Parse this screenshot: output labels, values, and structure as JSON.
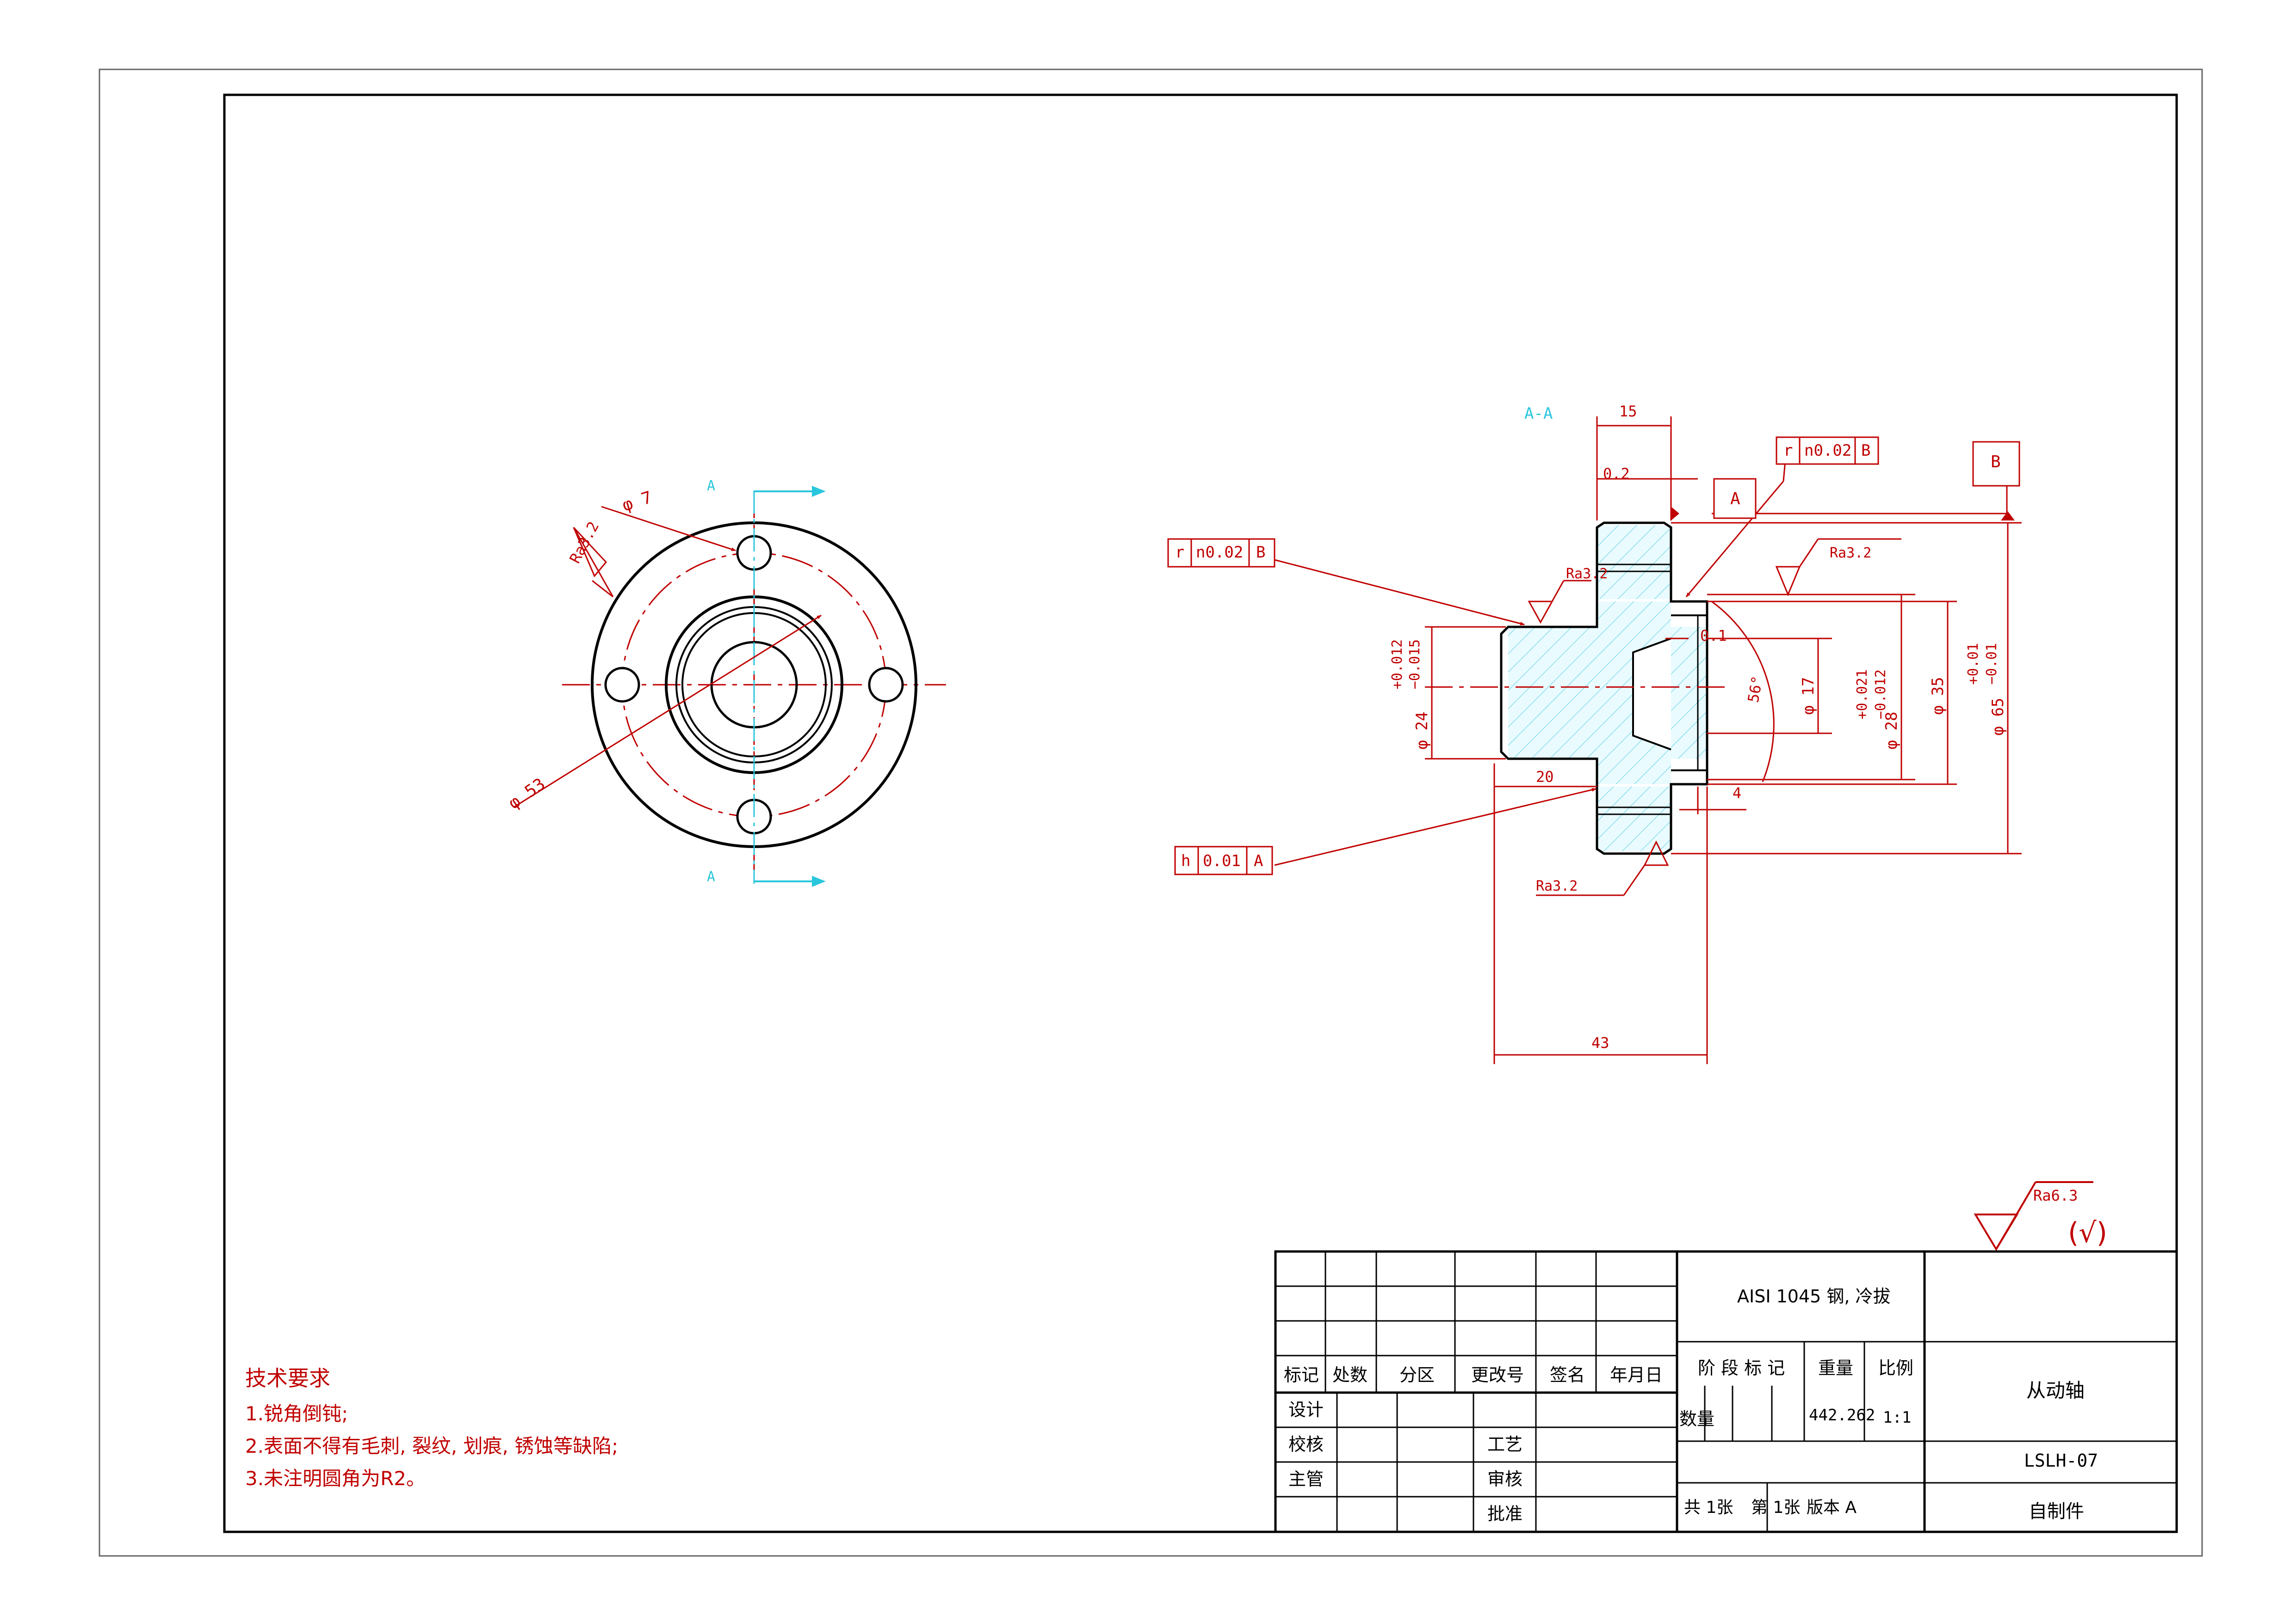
{
  "views": {
    "front": {
      "section_mark_top": "A",
      "section_mark_bottom": "A",
      "dim_hole": "φ 7",
      "dim_pcd": "φ 53",
      "roughness": "Ra3.2"
    },
    "section": {
      "title": "A-A",
      "dim_15": "15",
      "dim_02": "0.2",
      "dim_20": "20",
      "dim_43": "43",
      "dim_4": "4",
      "dim_01": "0.1",
      "angle": "56°",
      "phi24": "φ 24",
      "phi24_tol_up": "+0.012",
      "phi24_tol_dn": "−0.015",
      "phi17": "φ 17",
      "phi28": "φ 28",
      "phi28_tol_up": "+0.021",
      "phi28_tol_dn": "−0.012",
      "phi35": "φ 35",
      "phi65": "φ 65",
      "phi65_tol_up": "+0.01",
      "phi65_tol_dn": "−0.01",
      "ra_left": "Ra3.2",
      "ra_right": "Ra3.2",
      "ra_bottom": "Ra3.2",
      "fcf_top": {
        "sym": "r",
        "tol": "n0.02",
        "datum": "B"
      },
      "fcf_left": {
        "sym": "r",
        "tol": "n0.02",
        "datum": "B"
      },
      "fcf_bottom": {
        "sym": "h",
        "tol": "0.01",
        "datum": "A"
      },
      "datum_a": "A",
      "datum_b": "B"
    }
  },
  "general_roughness": {
    "value": "Ra6.3",
    "mark": "(√)"
  },
  "tech_requirements": {
    "title": "技术要求",
    "items": [
      "1.锐角倒钝;",
      "2.表面不得有毛刺, 裂纹, 划痕, 锈蚀等缺陷;",
      "3.未注明圆角为R2。"
    ]
  },
  "title_block": {
    "material": "AISI 1045 钢, 冷拔",
    "part_name": "从动轴",
    "drawing_no": "LSLH-07",
    "source": "自制件",
    "hdr_mark": "标记",
    "hdr_count": "处数",
    "hdr_zone": "分区",
    "hdr_change": "更改号",
    "hdr_sign": "签名",
    "hdr_date": "年月日",
    "design": "设计",
    "check": "校核",
    "supervisor": "主管",
    "process": "工艺",
    "review": "审核",
    "approve": "批准",
    "stage_mark": "阶 段 标 记",
    "weight_label": "重量",
    "scale_label": "比例",
    "qty_label": "数量",
    "weight": "442.262",
    "scale": "1:1",
    "total_sheets": "共 1张",
    "sheet_no": "第 1张",
    "version": "版本 A"
  }
}
